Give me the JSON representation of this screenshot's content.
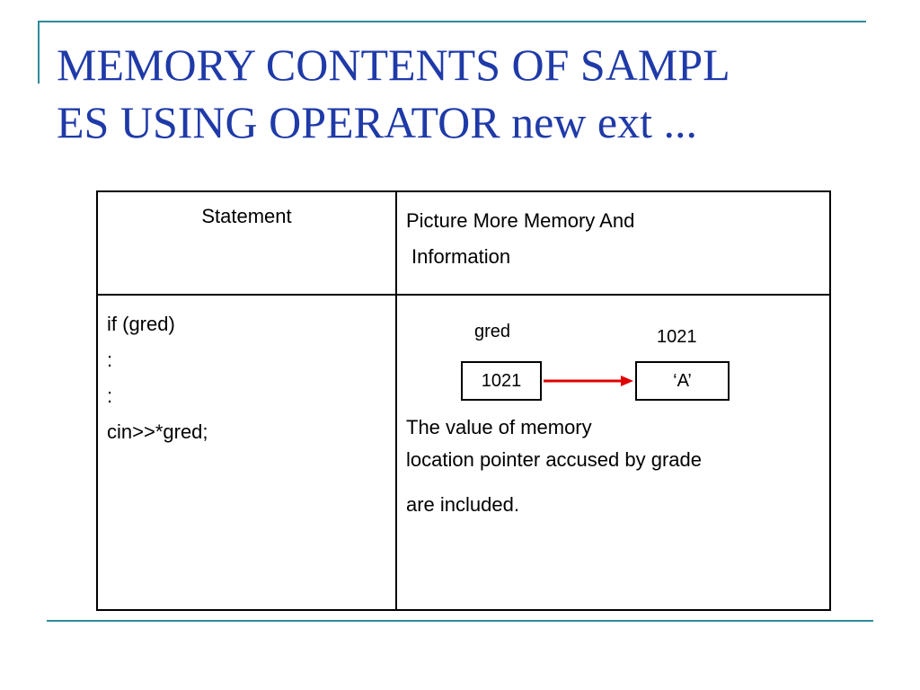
{
  "slide": {
    "title_line1": "MEMORY CONTENTS OF SAMPL",
    "title_line2": "ES USING OPERATOR new ext ...",
    "accent_color": "#2e8b9a",
    "title_color": "#1f3aa8"
  },
  "table": {
    "headers": {
      "statement": "Statement",
      "picture_line1": "Picture More Memory And",
      "picture_line2": "Information"
    },
    "statement_lines": [
      "if (gred)",
      ":",
      ":",
      "cin>>*gred;"
    ],
    "diagram": {
      "pointer_label": "gred",
      "address_label": "1021",
      "pointer_value": "1021",
      "memory_value": "‘A’",
      "arrow_color": "#e00000"
    },
    "description_lines": [
      "The value of memory",
      "location pointer accused by grade",
      "are included."
    ]
  }
}
